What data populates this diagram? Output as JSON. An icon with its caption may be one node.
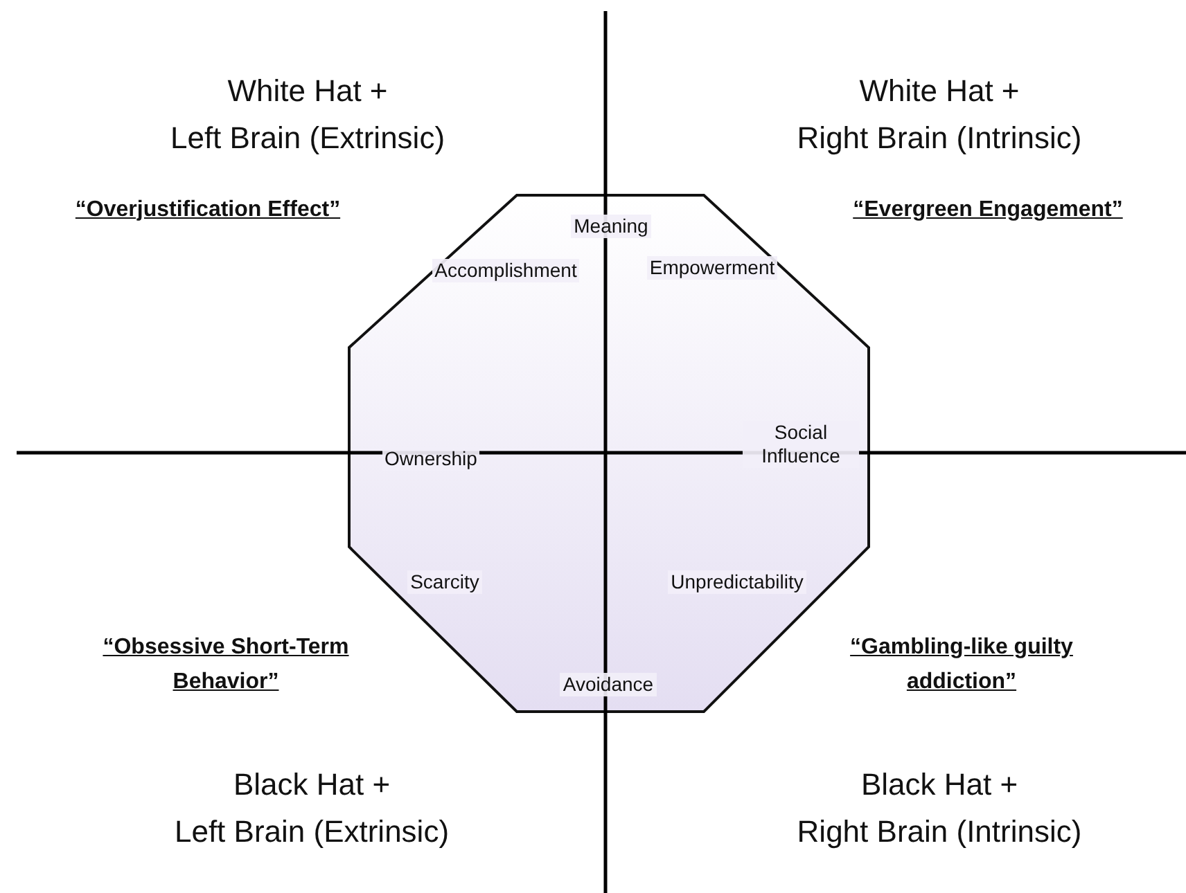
{
  "diagram": {
    "nodes": [
      {
        "text": [
          "Meaning",
          "Accomplishment",
          "Empowerment",
          "Ownership",
          "Social Influence",
          "Scarcity",
          "Unpredictability",
          "Avoidance"
        ]
      }
    ],
    "labels": [
      "White Hat +",
      "Left Brain (Extrinsic)",
      "White Hat +",
      "Right Brain (Intrinsic)",
      "“Overjustification Effect”",
      "“Evergreen Engagement”",
      "“Obsessive Short-Term Behavior”",
      "“Gambling-like guilty addiction”",
      "Black Hat +",
      "Left Brain (Extrinsic)",
      "Black Hat +",
      "Right Brain (Intrinsic)"
    ]
  }
}
